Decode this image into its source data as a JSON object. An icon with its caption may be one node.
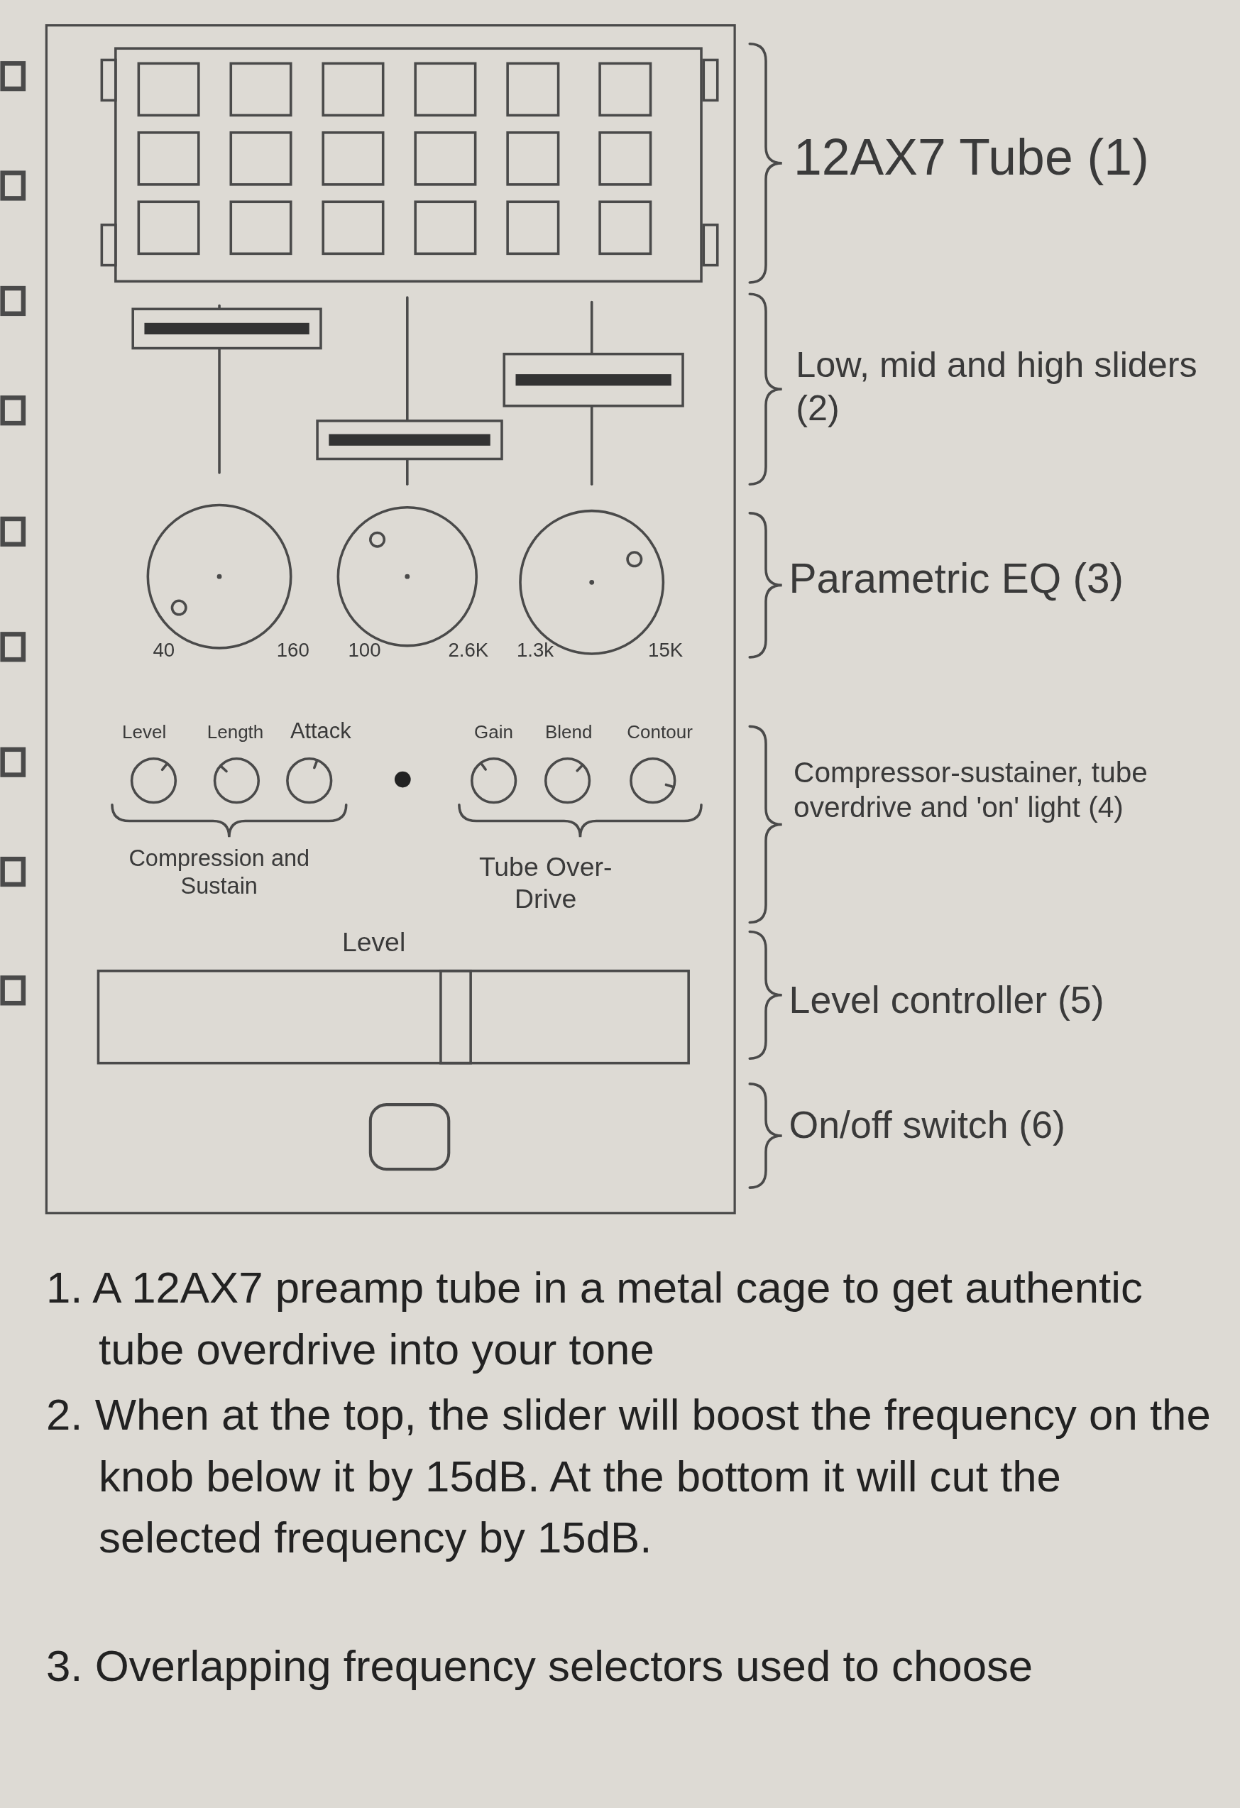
{
  "diagram": {
    "labels": [
      "12AX7 Tube (1)",
      "Low, mid and high sliders (2)",
      "40",
      "160",
      "100",
      "2.6K",
      "1.3k",
      "15K",
      "Parametric EQ (3)",
      "Level",
      "Length",
      "Attack",
      "Gain",
      "Blend",
      "Contour",
      "Compression and Sustain",
      "Tube Over-Drive",
      "Compressor-sustainer, tube overdrive and 'on' light (4)",
      "Level",
      "Level controller (5)",
      "On/off switch (6)",
      "1. A 12AX7 preamp tube in a metal cage to get authentic tube overdrive into your tone",
      "2. When at the top, the slider will boost the frequency on the knob below it by 15dB. At the bottom it will cut the selected frequency by 15dB.",
      "3. Overlapping frequency selectors used to choose"
    ]
  }
}
